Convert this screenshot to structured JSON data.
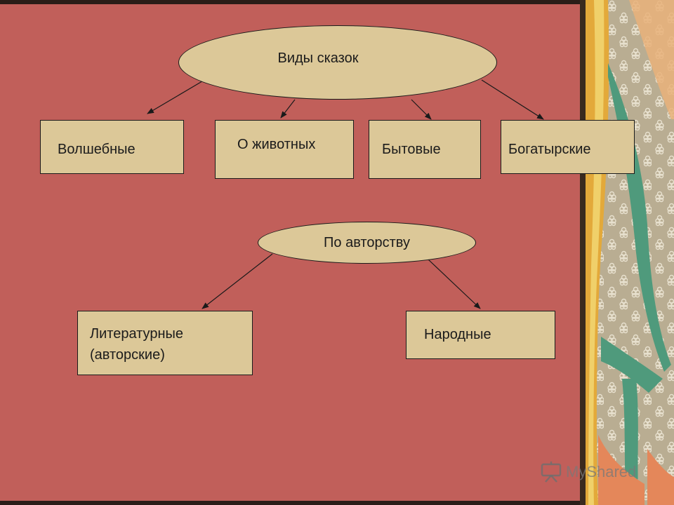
{
  "diagram": {
    "root_top": "Виды сказок",
    "types": [
      "Волшебные",
      "О животных",
      "Бытовые",
      "Богатырские"
    ],
    "root_bottom": "По авторству",
    "authorship": {
      "literary_line1": "Литературные",
      "literary_line2": "(авторские)",
      "folk": "Народные"
    }
  },
  "watermark": {
    "text": "MyShared"
  },
  "colors": {
    "slide_background": "#c15f5a",
    "node_fill": "#dcc898",
    "line": "#1a1a1a"
  }
}
